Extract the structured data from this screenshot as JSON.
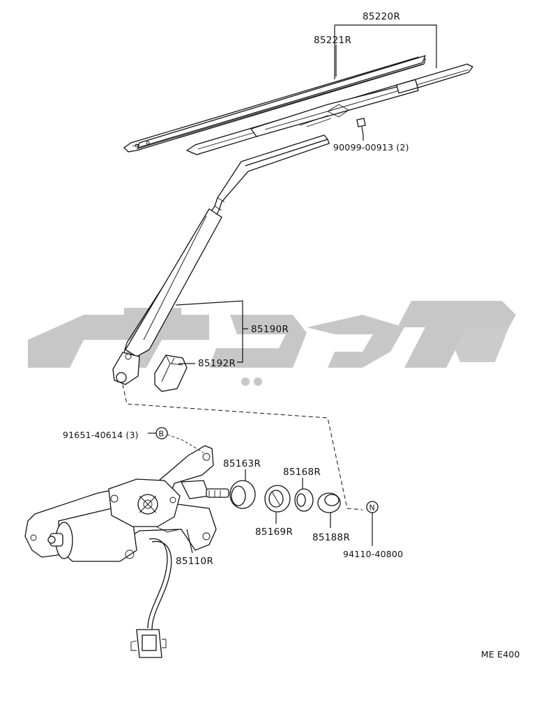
{
  "diagram": {
    "labels": {
      "blade_assembly": "85220R",
      "blade": "85221R",
      "screw": "90099-00913 (2)",
      "arm": "85190R",
      "cap": "85192R",
      "bolt": "91651-40614 (3)",
      "bolt_marker": "B",
      "bushing_a": "85163R",
      "bushing_b": "85169R",
      "bushing_c": "85168R",
      "bushing_d": "85188R",
      "nut_marker": "N",
      "nut": "94110-40800",
      "motor": "85110R",
      "code": "ME E400"
    },
    "colors": {
      "line": "#111111",
      "watermark": "#c7c7c7"
    }
  }
}
